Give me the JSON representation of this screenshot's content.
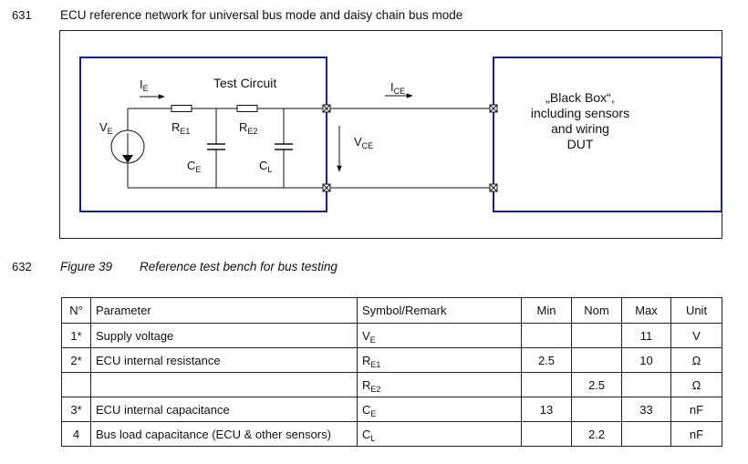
{
  "line_numbers": {
    "first": "631",
    "second": "632"
  },
  "heading": "ECU reference network for universal bus mode and daisy chain bus mode",
  "figure": {
    "number": "Figure 39",
    "caption": "Reference test bench for bus testing"
  },
  "circuit": {
    "test_circuit_label": "Test Circuit",
    "current_ie": {
      "main": "I",
      "sub": "E"
    },
    "voltage_ve": {
      "main": "V",
      "sub": "E"
    },
    "resistor_re1": {
      "main": "R",
      "sub": "E1"
    },
    "resistor_re2": {
      "main": "R",
      "sub": "E2"
    },
    "capacitor_ce": {
      "main": "C",
      "sub": "E"
    },
    "capacitor_cl": {
      "main": "C",
      "sub": "L"
    },
    "current_ice": {
      "main": "I",
      "sub": "CE"
    },
    "voltage_vce": {
      "main": "V",
      "sub": "CE"
    },
    "black_box_lines": [
      "„Black Box“,",
      "including sensors",
      "and wiring",
      "DUT"
    ]
  },
  "table": {
    "headers": [
      "N°",
      "Parameter",
      "Symbol/Remark",
      "Min",
      "Nom",
      "Max",
      "Unit"
    ],
    "rows": [
      {
        "no": "1*",
        "parameter": "Supply voltage",
        "symbol_main": "V",
        "symbol_sub": "E",
        "min": "",
        "nom": "",
        "max": "11",
        "unit": "V"
      },
      {
        "no": "2*",
        "parameter": "ECU internal resistance",
        "symbol_main": "R",
        "symbol_sub": "E1",
        "min": "2.5",
        "nom": "",
        "max": "10",
        "unit": "Ω"
      },
      {
        "no": "",
        "parameter": "",
        "symbol_main": "R",
        "symbol_sub": "E2",
        "min": "",
        "nom": "2.5",
        "max": "",
        "unit": "Ω"
      },
      {
        "no": "3*",
        "parameter": "ECU internal capacitance",
        "symbol_main": "C",
        "symbol_sub": "E",
        "min": "13",
        "nom": "",
        "max": "33",
        "unit": "nF"
      },
      {
        "no": "4",
        "parameter": "Bus load capacitance (ECU & other sensors)",
        "symbol_main": "C",
        "symbol_sub": "L",
        "min": "",
        "nom": "2.2",
        "max": "",
        "unit": "nF"
      }
    ]
  }
}
